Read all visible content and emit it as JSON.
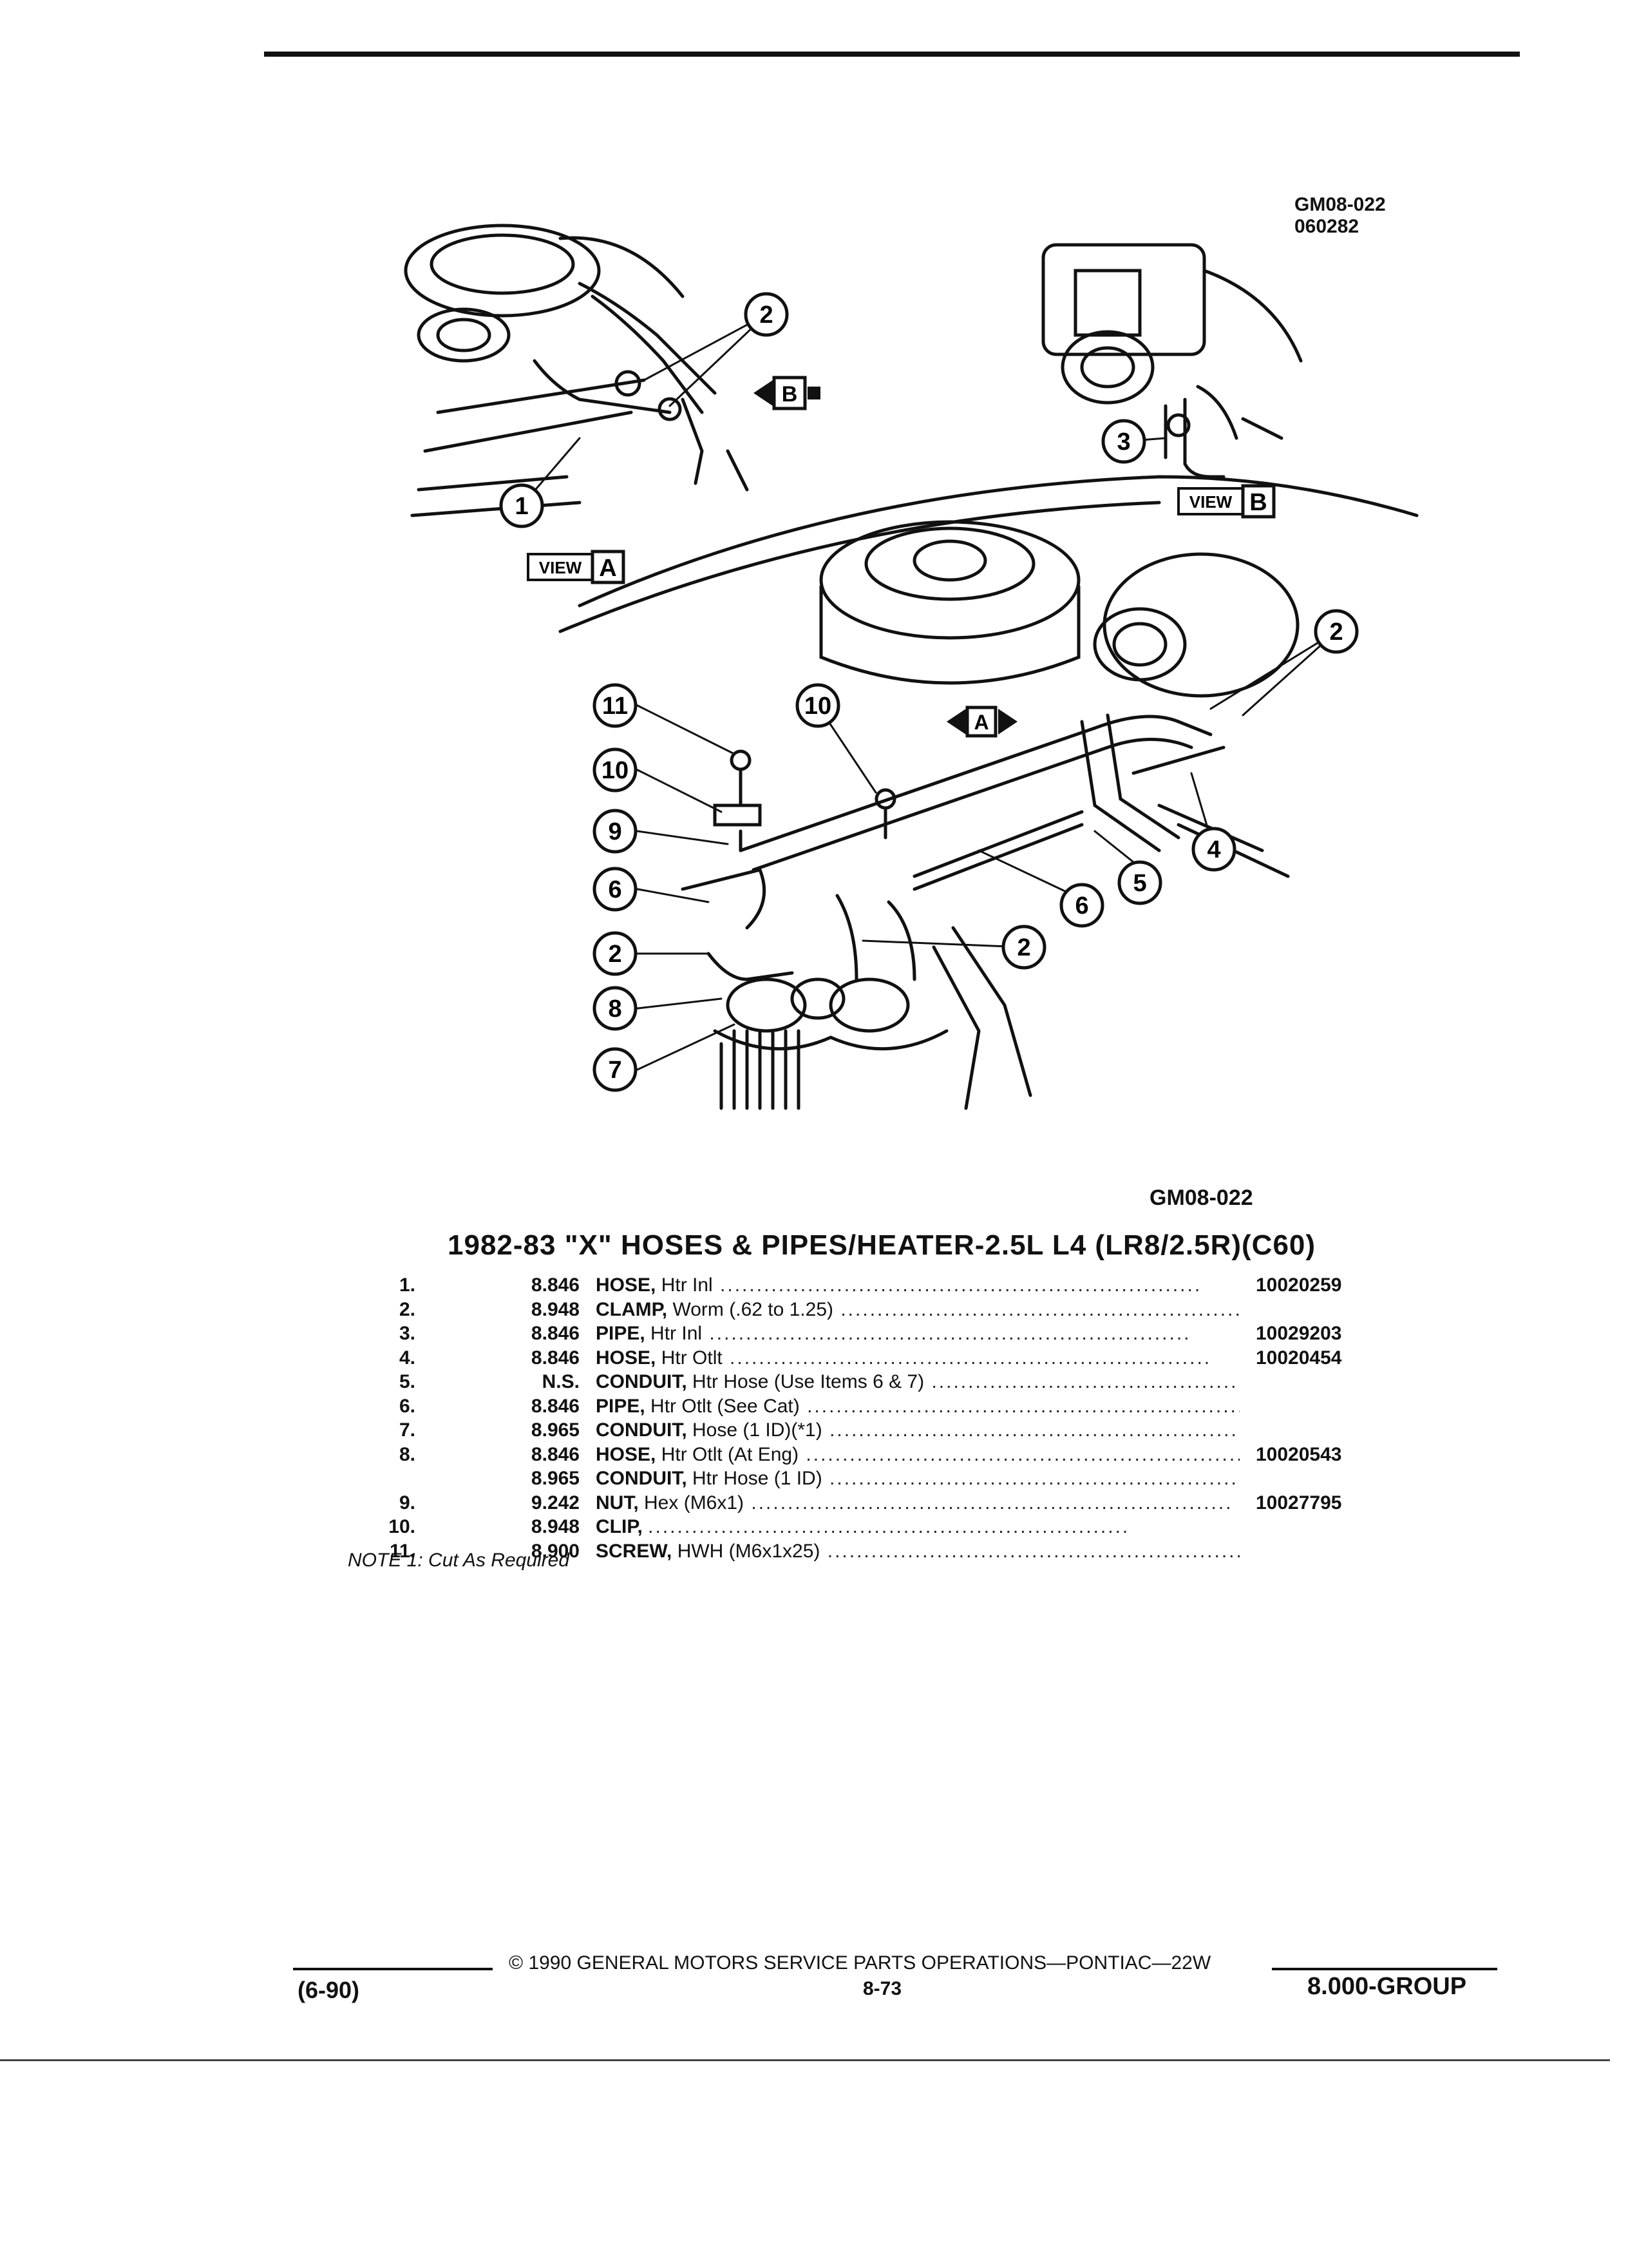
{
  "figure": {
    "code": "GM08-022",
    "date_code": "060282",
    "view_a_label": "VIEW",
    "view_a_letter": "A",
    "view_b_label": "VIEW",
    "view_b_letter": "B",
    "arrow_a": "A",
    "arrow_b": "B",
    "callouts": [
      "1",
      "2",
      "3",
      "2",
      "11",
      "10",
      "10",
      "9",
      "6",
      "2",
      "8",
      "7",
      "6",
      "5",
      "4",
      "2"
    ],
    "caption_code": "GM08-022"
  },
  "title": "1982-83 \"X\" HOSES & PIPES/HEATER-2.5L L4 (LR8/2.5R)(C60)",
  "parts": [
    {
      "num": "1.",
      "code": "8.846",
      "name": "HOSE,",
      "spec": "Htr Inl",
      "partno": "10020259"
    },
    {
      "num": "2.",
      "code": "8.948",
      "name": "CLAMP,",
      "spec": "Worm (.62 to 1.25)",
      "partno": ""
    },
    {
      "num": "3.",
      "code": "8.846",
      "name": "PIPE,",
      "spec": "Htr Inl",
      "partno": "10029203"
    },
    {
      "num": "4.",
      "code": "8.846",
      "name": "HOSE,",
      "spec": "Htr Otlt",
      "partno": "10020454"
    },
    {
      "num": "5.",
      "code": "N.S.",
      "name": "CONDUIT,",
      "spec": "Htr Hose (Use Items 6 & 7)",
      "partno": ""
    },
    {
      "num": "6.",
      "code": "8.846",
      "name": "PIPE,",
      "spec": "Htr Otlt (See Cat)",
      "partno": ""
    },
    {
      "num": "7.",
      "code": "8.965",
      "name": "CONDUIT,",
      "spec": "Hose (1 ID)(*1)",
      "partno": ""
    },
    {
      "num": "8.",
      "code": "8.846",
      "name": "HOSE,",
      "spec": "Htr Otlt (At Eng)",
      "partno": "10020543"
    },
    {
      "num": "",
      "code": "8.965",
      "name": "CONDUIT,",
      "spec": "Htr Hose (1 ID)",
      "partno": ""
    },
    {
      "num": "9.",
      "code": "9.242",
      "name": "NUT,",
      "spec": "Hex (M6x1)",
      "partno": "10027795"
    },
    {
      "num": "10.",
      "code": "8.948",
      "name": "CLIP,",
      "spec": "",
      "partno": ""
    },
    {
      "num": "11.",
      "code": "8.900",
      "name": "SCREW,",
      "spec": "HWH (M6x1x25)",
      "partno": ""
    }
  ],
  "note": "NOTE 1: Cut As Required",
  "footer": {
    "copyright": "© 1990 GENERAL MOTORS SERVICE PARTS OPERATIONS—PONTIAC—22W",
    "page": "8-73",
    "date": "(6-90)",
    "group": "8.000-GROUP"
  }
}
